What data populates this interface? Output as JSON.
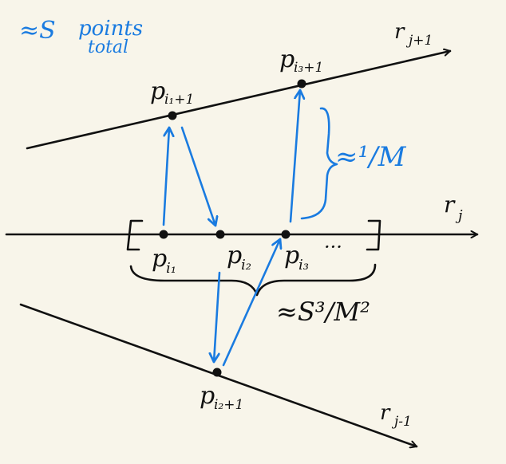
{
  "colors": {
    "ink": "#111111",
    "accent": "#1a7be0",
    "background": "#f8f5ea"
  },
  "annotation": {
    "prefix": "≈S",
    "line1": "points",
    "line2": "total"
  },
  "lines": {
    "upper": {
      "base": "r",
      "sub": "j+1"
    },
    "middle": {
      "base": "r",
      "sub": "j"
    },
    "lower": {
      "base": "r",
      "sub": "j-1"
    }
  },
  "points": {
    "p_i1": {
      "base": "p",
      "sub": "i₁"
    },
    "p_i2": {
      "base": "p",
      "sub": "i₂"
    },
    "p_i3": {
      "base": "p",
      "sub": "i₃"
    },
    "p_i1_plus": {
      "base": "p",
      "sub": "i₁+1"
    },
    "p_i3_plus": {
      "base": "p",
      "sub": "i₃+1"
    },
    "p_i2_plus": {
      "base": "p",
      "sub": "i₂+1"
    }
  },
  "ellipsis": "···",
  "spacing_label": "≈¹/M",
  "interval_label": "≈S³/M²"
}
